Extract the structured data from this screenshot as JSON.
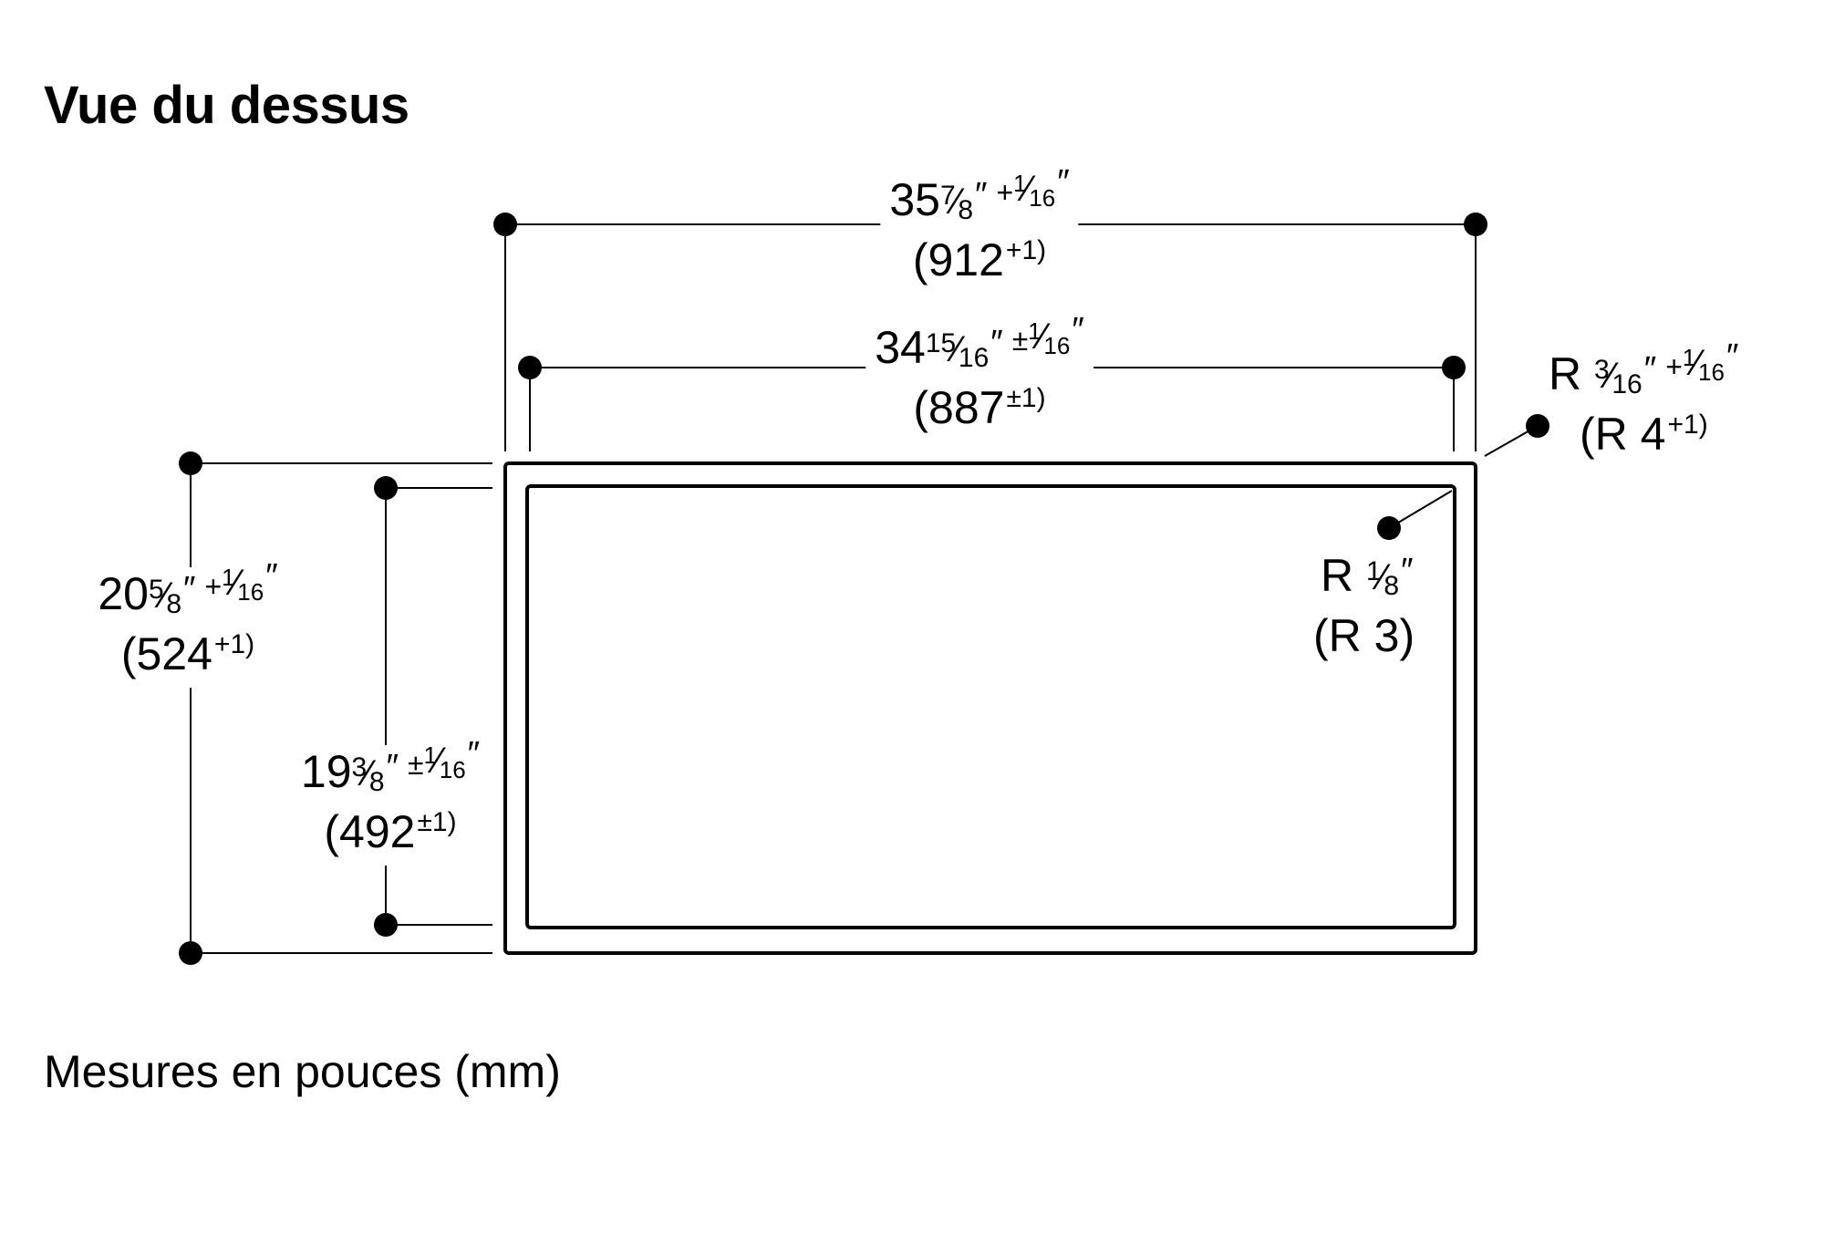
{
  "title": "Vue du dessus",
  "footer": "Mesures en pouces (mm)",
  "dimensions": {
    "overall_width": {
      "whole": "35",
      "num": "7",
      "den": "8",
      "tol_sign": "+",
      "tol_num": "1",
      "tol_den": "16",
      "mm": "912",
      "mm_tol": "+1"
    },
    "inner_width": {
      "whole": "34",
      "num": "15",
      "den": "16",
      "tol_sign": "±",
      "tol_num": "1",
      "tol_den": "16",
      "mm": "887",
      "mm_tol": "±1"
    },
    "overall_depth": {
      "whole": "20",
      "num": "5",
      "den": "8",
      "tol_sign": "+",
      "tol_num": "1",
      "tol_den": "16",
      "mm": "524",
      "mm_tol": "+1"
    },
    "inner_depth": {
      "whole": "19",
      "num": "3",
      "den": "8",
      "tol_sign": "±",
      "tol_num": "1",
      "tol_den": "16",
      "mm": "492",
      "mm_tol": "±1"
    },
    "outer_radius": {
      "prefix": "R ",
      "num": "3",
      "den": "16",
      "tol_sign": "+",
      "tol_num": "1",
      "tol_den": "16",
      "mm": "R 4",
      "mm_tol": "+1"
    },
    "inner_radius": {
      "prefix": "R ",
      "num": "1",
      "den": "8",
      "mm": "R 3"
    }
  }
}
